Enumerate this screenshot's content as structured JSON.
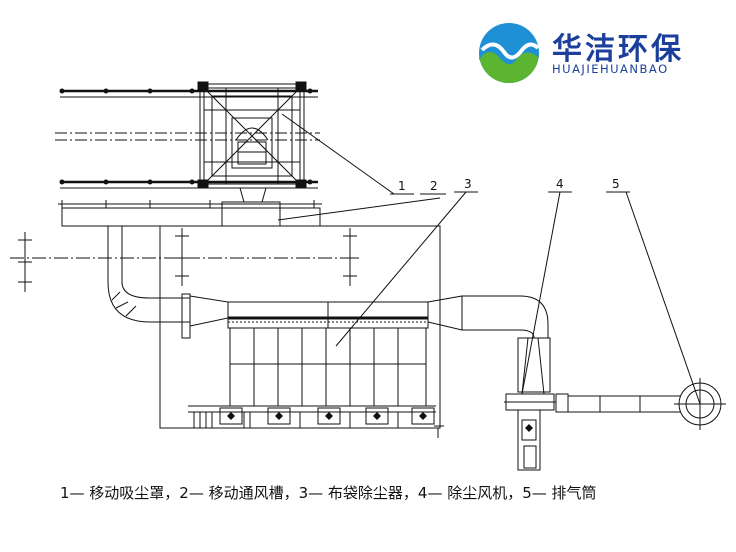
{
  "brand": {
    "name_cn": "华洁环保",
    "name_en": "HUAJIEHUANBAO",
    "colors": {
      "text": "#1b3f9a",
      "blue": "#1e90d6",
      "green": "#5cb531"
    }
  },
  "callouts": [
    "1",
    "2",
    "3",
    "4",
    "5"
  ],
  "caption": "1— 移动吸尘罩，2— 移动通风槽，3— 布袋除尘器，4— 除尘风机，5— 排气筒"
}
